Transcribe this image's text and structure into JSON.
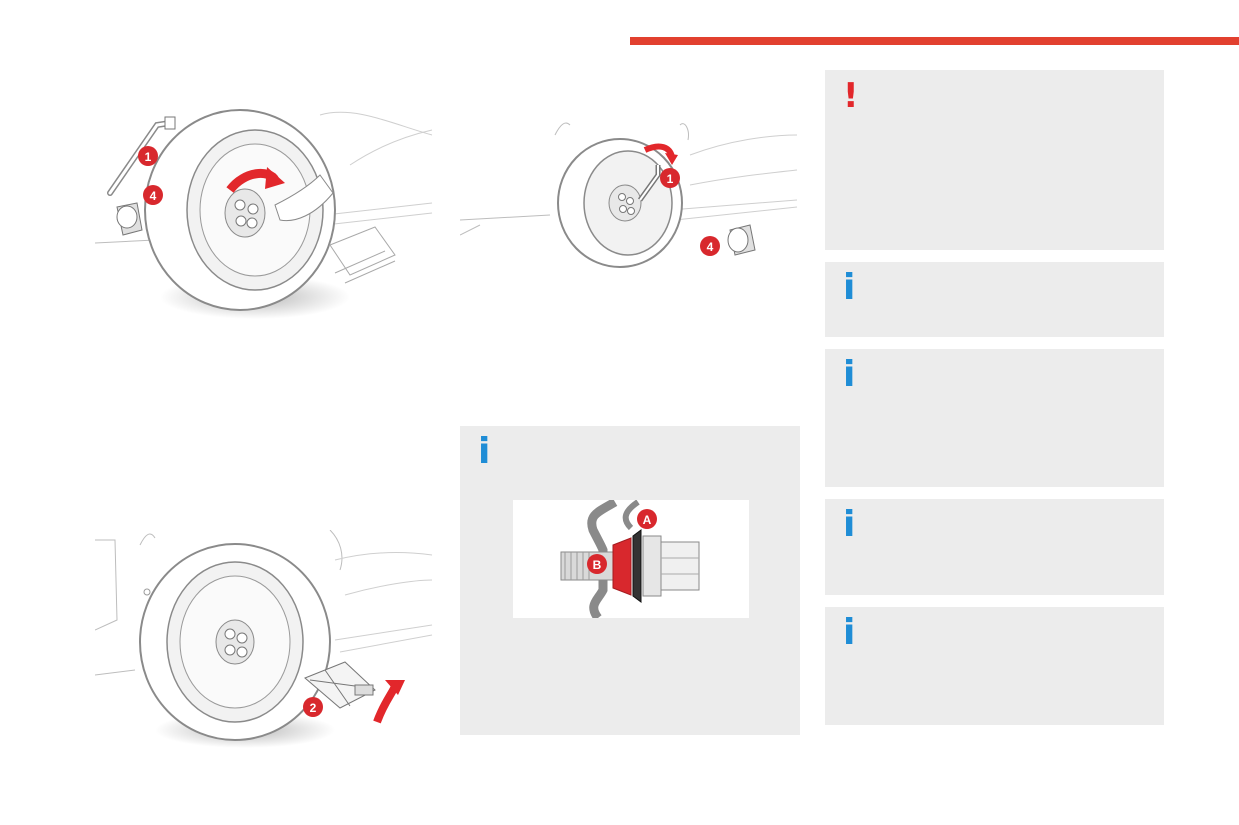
{
  "colors": {
    "accent_red": "#e2402f",
    "info_blue": "#1f8dd6",
    "panel_gray": "#ececec"
  },
  "illustrations": {
    "wheel_top_left": {
      "callouts": [
        "1",
        "4"
      ]
    },
    "wheel_top_middle": {
      "callouts": [
        "1",
        "4"
      ]
    },
    "wheel_bottom_left": {
      "callouts": [
        "2"
      ]
    },
    "bolt_detail": {
      "callouts": [
        "A",
        "B"
      ]
    }
  },
  "panels": {
    "warning": {
      "icon": "exclamation-icon",
      "glyph": "!"
    },
    "info_1": {
      "icon": "info-icon",
      "glyph": "i"
    },
    "info_2": {
      "icon": "info-icon",
      "glyph": "i"
    },
    "info_3": {
      "icon": "info-icon",
      "glyph": "i"
    },
    "info_4": {
      "icon": "info-icon",
      "glyph": "i"
    },
    "info_bolt": {
      "icon": "info-icon",
      "glyph": "i"
    }
  }
}
